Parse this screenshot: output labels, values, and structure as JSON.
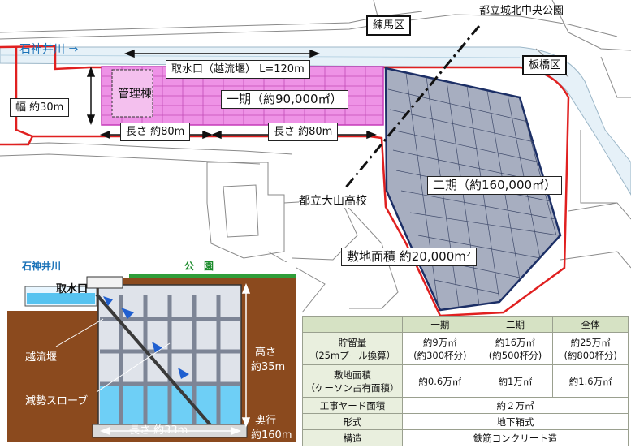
{
  "labels": {
    "river": "石神井川",
    "nerima": "練馬区",
    "itabashi": "板橋区",
    "park": "都立城北中央公園",
    "school": "都立大山高校",
    "intake": "取水口（越流堰） L=120m",
    "phase1": "一期（約90,000㎥）",
    "phase2": "二期（約160,000㎥）",
    "mgmt": "管理棟",
    "width": "幅 約30m",
    "len1": "長さ 約80m",
    "len2": "長さ 約80m",
    "site_area": "敷地面積 約20,000m²"
  },
  "section": {
    "river": "石神井川",
    "park": "公　園",
    "intake": "取水口",
    "weir": "越流堰",
    "slope": "減勢スローブ",
    "height_label": "高さ",
    "height_value": "約35m",
    "depth_label": "奥行",
    "depth_value": "約160m",
    "length": "長さ 約33m"
  },
  "table": {
    "columns": [
      "",
      "一期",
      "二期",
      "全体"
    ],
    "rows": [
      {
        "header": [
          "貯留量",
          "（25mプール換算）"
        ],
        "c1": [
          "約9万㎥",
          "(約300杯分)"
        ],
        "c2": [
          "約16万㎥",
          "(約500杯分)"
        ],
        "c3": [
          "約25万㎥",
          "(約800杯分)"
        ]
      },
      {
        "header": [
          "敷地面積",
          "（ケーソン占有面積）"
        ],
        "c1": [
          "約0.6万㎡"
        ],
        "c2": [
          "約1万㎡"
        ],
        "c3": [
          "約1.6万㎡"
        ]
      }
    ],
    "yard_label": "工事ヤード面積",
    "yard_value": "約２万㎡",
    "type_label": "形式",
    "type_value": "地下箱式",
    "struct_label": "構造",
    "struct_value": "鉄筋コンクリート造"
  },
  "colors": {
    "river": "#1a72b8",
    "boundary": "#e02020",
    "phase1_fill": "#e86fe0",
    "phase2_fill": "#9aa3b8",
    "phase2_border": "#1c2f66",
    "soil": "#8b4a1e",
    "table_header": "#d6e2c4"
  }
}
